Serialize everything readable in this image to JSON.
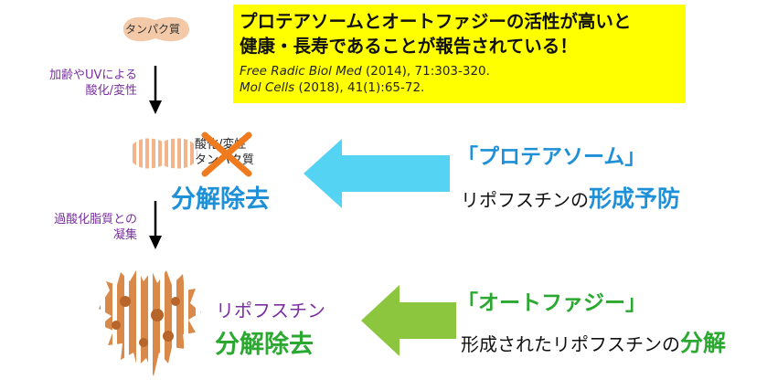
{
  "headline": {
    "line1": "プロテアソームとオートファジーの活性が高いと",
    "line2": "健康・長寿であることが報告されている！"
  },
  "citations": [
    {
      "journal": "Free Radic Biol Med",
      "detail": " (2014), 71:303-320."
    },
    {
      "journal": "Mol Cells",
      "detail": " (2018), 41(1):65-72."
    }
  ],
  "protein_label": "タンパク質",
  "step1_label": {
    "line1": "加齢やUVによる",
    "line2": "酸化/変性"
  },
  "oxidized_label": {
    "line1": "酸化/変性",
    "line2": "タンパク質"
  },
  "decompose_blue": "分解除去",
  "step2_label": {
    "line1": "過酸化脂質との",
    "line2": "凝集"
  },
  "lipofuscin": {
    "title": "リポフスチン",
    "decompose": "分解除去"
  },
  "proteasome": {
    "title": "「プロテアソーム」",
    "sub_prefix": "リポフスチンの",
    "sub_emphasis": "形成予防"
  },
  "autophagy": {
    "title": "「オートファジー」",
    "sub_prefix": "形成されたリポフスチンの",
    "sub_emphasis": "分解"
  },
  "colors": {
    "highlight": "#ffff00",
    "blue": "#1e90d8",
    "green": "#2aa830",
    "purple": "#7a2fa0",
    "protein": "#f3c9a8",
    "cross": "#f07a1e",
    "arrow_blue": "#55d3f2",
    "arrow_green": "#8cc63f"
  }
}
